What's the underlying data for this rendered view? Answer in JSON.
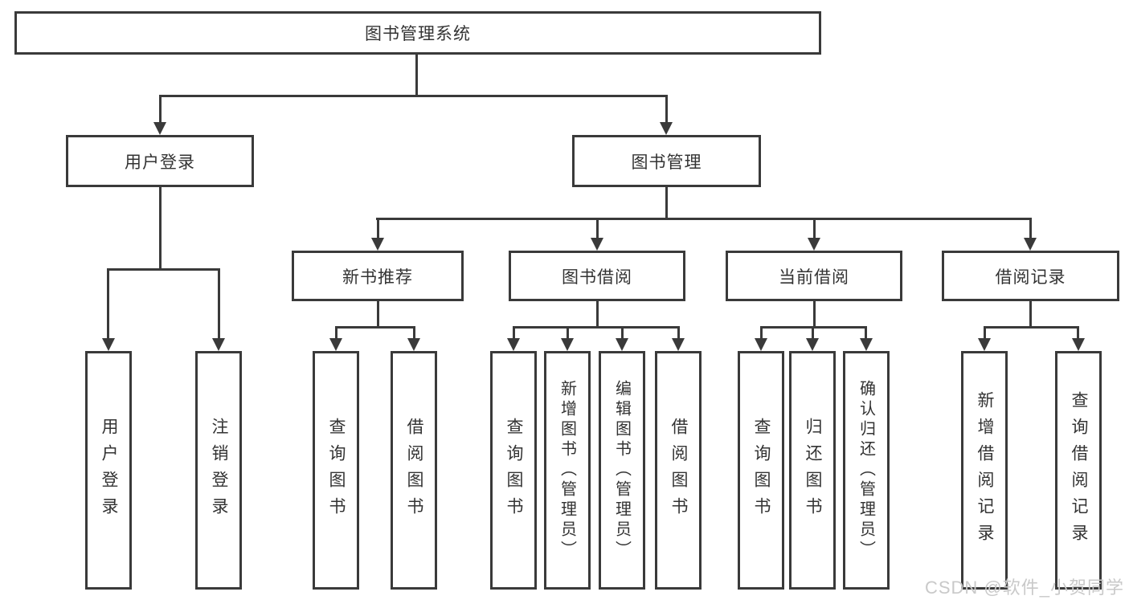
{
  "colors": {
    "line": "#3a3a3a",
    "text": "#333333",
    "box_background": "#ffffff",
    "watermark": "#c9c9c9",
    "page_background": "#ffffff"
  },
  "watermark": "CSDN @软件_小贺同学",
  "diagram": {
    "root": "图书管理系统",
    "login": {
      "label": "用户登录",
      "children": [
        "用户登录",
        "注销登录"
      ]
    },
    "management": {
      "label": "图书管理",
      "sections": [
        {
          "label": "新书推荐",
          "children": [
            "查询图书",
            "借阅图书"
          ]
        },
        {
          "label": "图书借阅",
          "children": [
            "查询图书",
            "新增图书（管理员）",
            "编辑图书（管理员）",
            "借阅图书"
          ]
        },
        {
          "label": "当前借阅",
          "children": [
            "查询图书",
            "归还图书",
            "确认归还（管理员）"
          ]
        },
        {
          "label": "借阅记录",
          "children": [
            "新增借阅记录",
            "查询借阅记录"
          ]
        }
      ]
    }
  }
}
